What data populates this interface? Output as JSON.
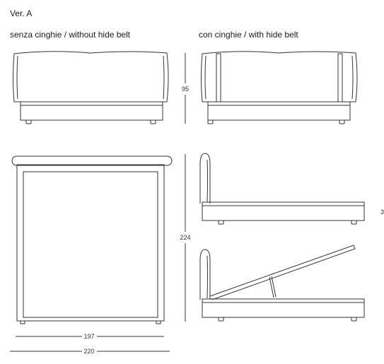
{
  "version_label": "Ver. A",
  "views": {
    "without_belt_caption": "senza cinghie / without hide belt",
    "with_belt_caption": "con cinghie / with hide belt"
  },
  "dimensions": {
    "height": "95",
    "length": "224",
    "inner_width": "197",
    "outer_width": "220",
    "side_clipped": "3"
  },
  "colors": {
    "line": "#333333"
  }
}
